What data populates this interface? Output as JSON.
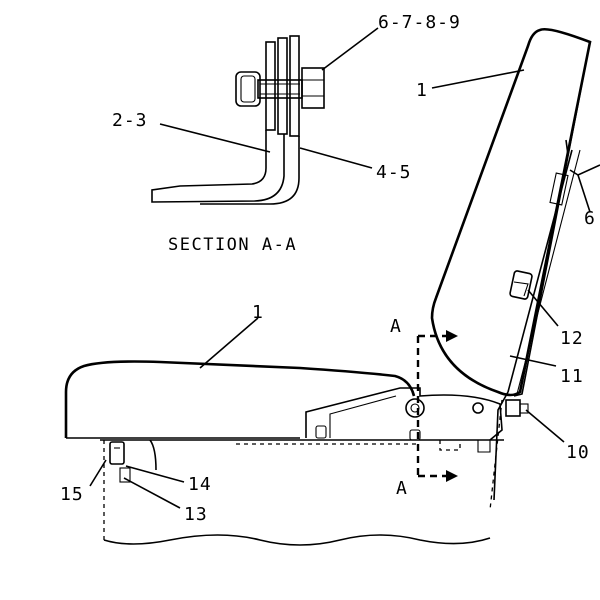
{
  "diagram": {
    "section_title": "SECTION A-A",
    "section_marker": "A",
    "labels": {
      "fasteners": "6-7-8-9",
      "bracket_left": "2-3",
      "bracket_right": "4-5",
      "backrest": "1",
      "cushion": "1",
      "hinge_pin": "6",
      "clip": "12",
      "back_bracket": "11",
      "knob": "10",
      "part_15": "15",
      "part_14": "14",
      "part_13": "13"
    }
  }
}
